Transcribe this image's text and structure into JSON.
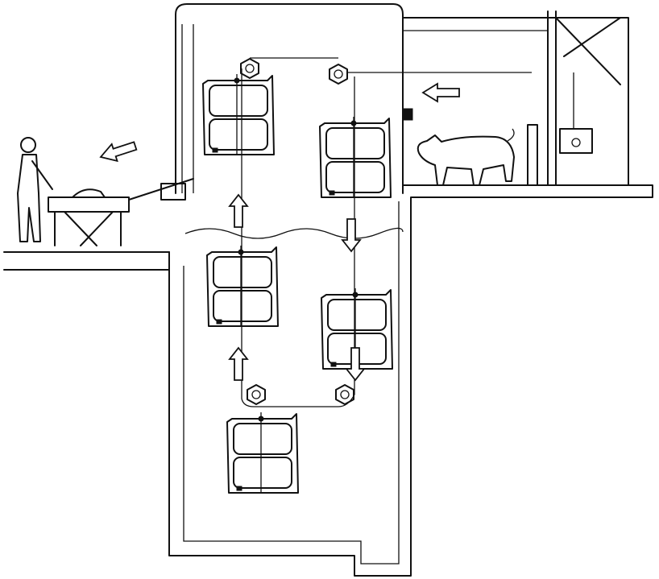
{
  "colors": {
    "line": "#111111",
    "background": "#ffffff"
  },
  "cages": [
    {
      "id": "top-left"
    },
    {
      "id": "top-right"
    },
    {
      "id": "mid-left"
    },
    {
      "id": "mid-right"
    },
    {
      "id": "bottom"
    }
  ],
  "arrows": [
    {
      "id": "left-exit",
      "direction": "left"
    },
    {
      "id": "right-entry",
      "direction": "left"
    },
    {
      "id": "left-up-1",
      "direction": "up"
    },
    {
      "id": "left-up-2",
      "direction": "up"
    },
    {
      "id": "right-down-1",
      "direction": "down"
    },
    {
      "id": "right-down-2",
      "direction": "down"
    }
  ]
}
